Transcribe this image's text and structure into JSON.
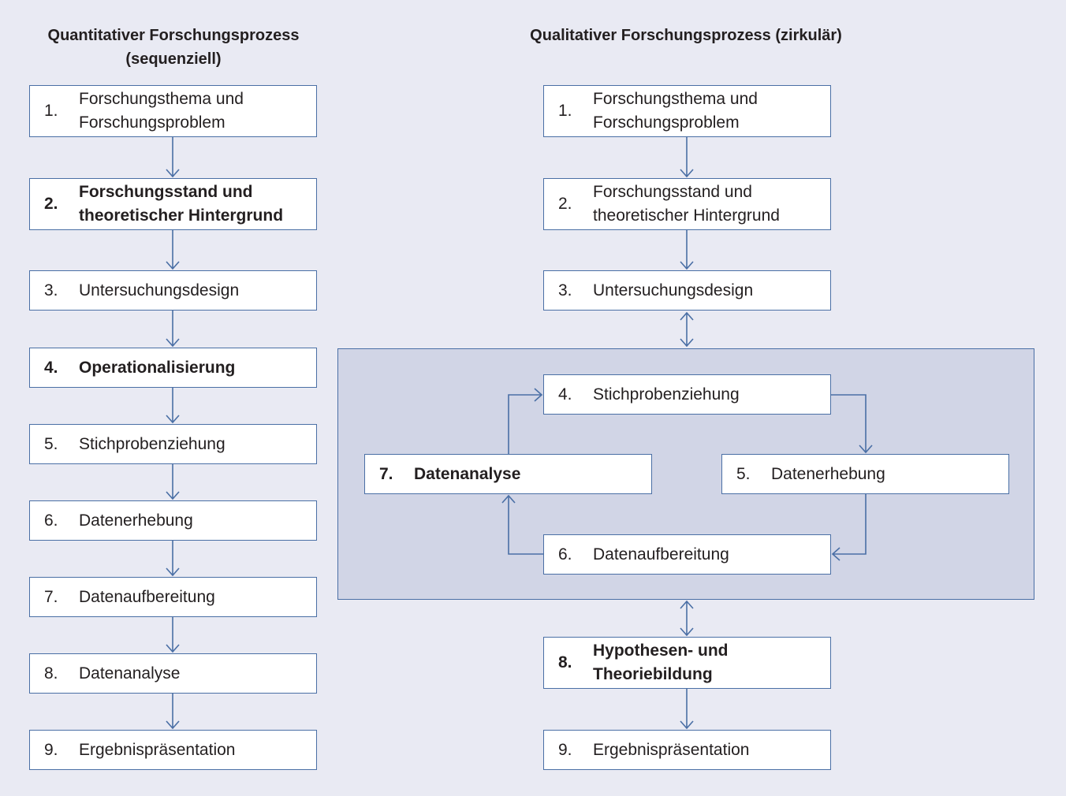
{
  "left": {
    "title": "Quantitativer Forschungsprozess\n(sequenziell)",
    "steps": [
      {
        "num": "1.",
        "label": "Forschungsthema und\nForschungsproblem"
      },
      {
        "num": "2.",
        "label": "Forschungsstand und\ntheoretischer Hintergrund"
      },
      {
        "num": "3.",
        "label": "Untersuchungsdesign"
      },
      {
        "num": "4.",
        "label": "Operationalisierung"
      },
      {
        "num": "5.",
        "label": "Stichprobenziehung"
      },
      {
        "num": "6.",
        "label": "Datenerhebung"
      },
      {
        "num": "7.",
        "label": "Datenaufbereitung"
      },
      {
        "num": "8.",
        "label": "Datenanalyse"
      },
      {
        "num": "9.",
        "label": "Ergebnispräsentation"
      }
    ]
  },
  "right": {
    "title": "Qualitativer Forschungsprozess (zirkulär)",
    "steps": [
      {
        "num": "1.",
        "label": "Forschungsthema und\nForschungsproblem"
      },
      {
        "num": "2.",
        "label": "Forschungsstand und\ntheoretischer Hintergrund"
      },
      {
        "num": "3.",
        "label": "Untersuchungsdesign"
      },
      {
        "num": "4.",
        "label": "Stichprobenziehung"
      },
      {
        "num": "5.",
        "label": "Datenerhebung"
      },
      {
        "num": "6.",
        "label": "Datenaufbereitung"
      },
      {
        "num": "7.",
        "label": "Datenanalyse"
      },
      {
        "num": "8.",
        "label": "Hypothesen- und\nTheoriebildung"
      },
      {
        "num": "9.",
        "label": "Ergebnispräsentation"
      }
    ]
  },
  "colors": {
    "background": "#e9eaf3",
    "cluster_fill": "#d1d5e6",
    "border_and_arrows": "#4a6fa5"
  }
}
